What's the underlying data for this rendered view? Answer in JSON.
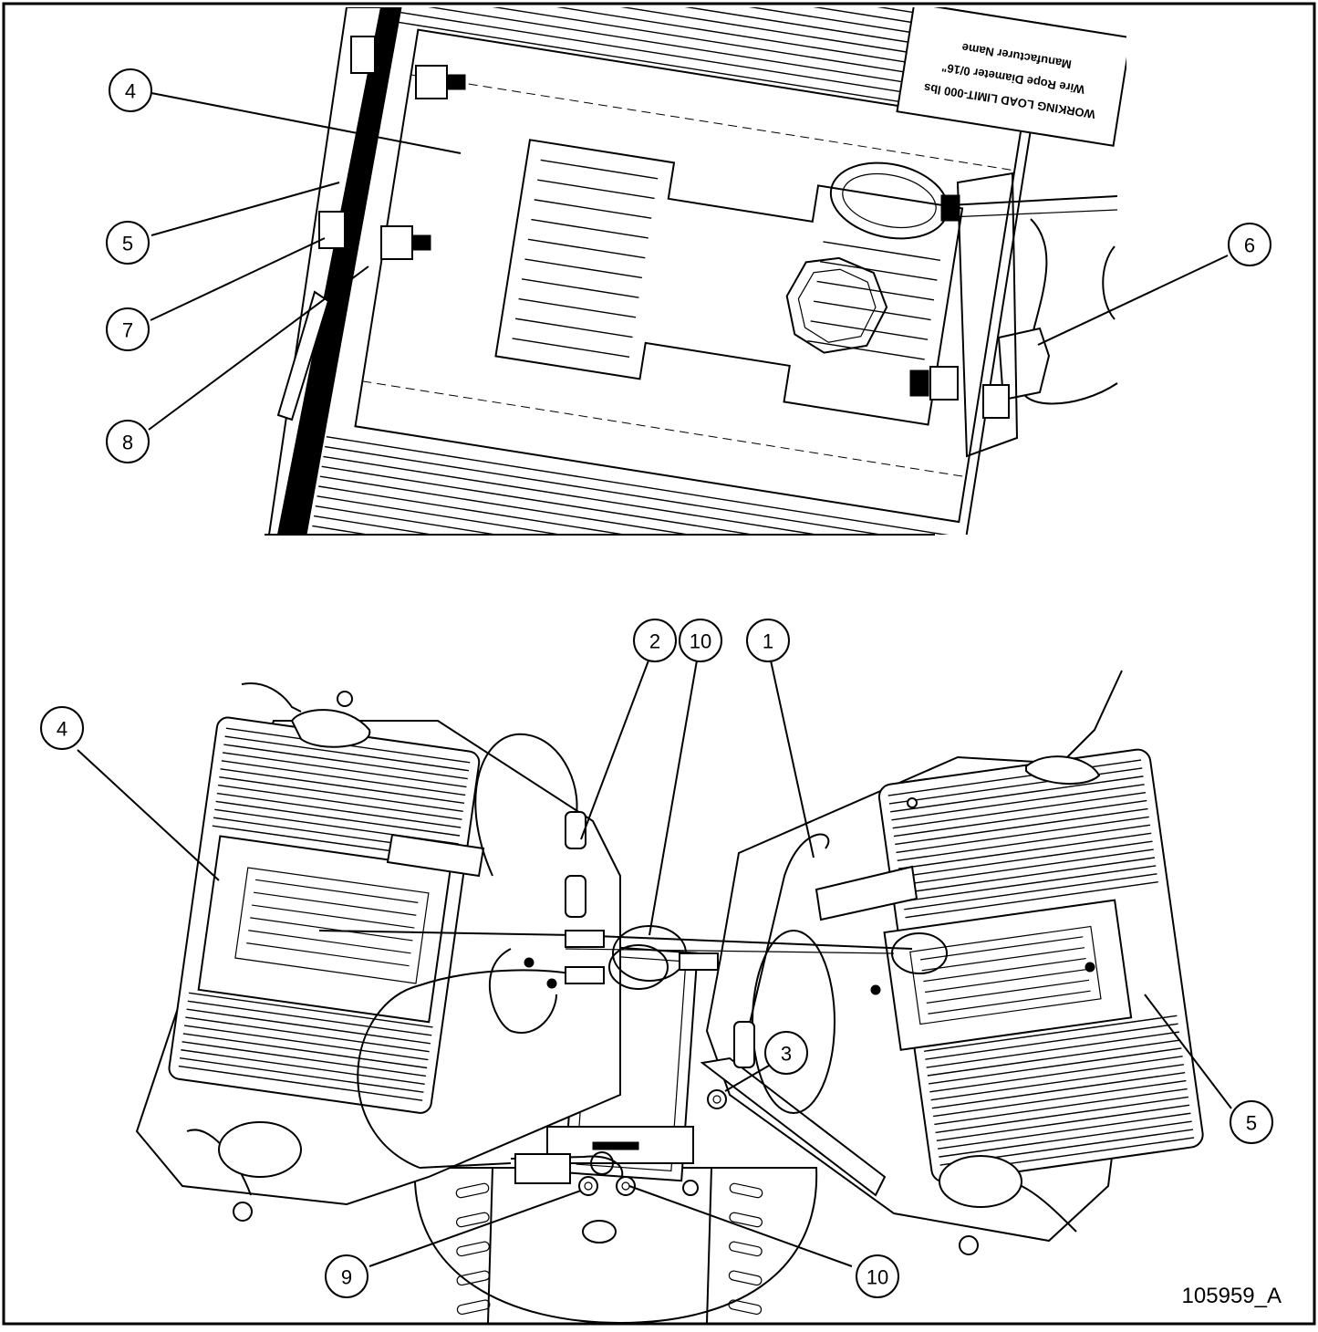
{
  "figure_id": "105959_A",
  "label_text": {
    "line1": "WORKING LOAD LIMIT-000 lbs",
    "line2": "Wire Rope Diameter 0/16\"",
    "line3": "Manufacturer Name"
  },
  "callouts": [
    {
      "id": "top-4",
      "label": "4"
    },
    {
      "id": "top-5",
      "label": "5"
    },
    {
      "id": "top-7",
      "label": "7"
    },
    {
      "id": "top-8",
      "label": "8"
    },
    {
      "id": "top-6",
      "label": "6"
    },
    {
      "id": "bot-2",
      "label": "2"
    },
    {
      "id": "bot-10a",
      "label": "10"
    },
    {
      "id": "bot-1",
      "label": "1"
    },
    {
      "id": "bot-4",
      "label": "4"
    },
    {
      "id": "bot-3",
      "label": "3"
    },
    {
      "id": "bot-5",
      "label": "5"
    },
    {
      "id": "bot-9",
      "label": "9"
    },
    {
      "id": "bot-10b",
      "label": "10"
    }
  ]
}
